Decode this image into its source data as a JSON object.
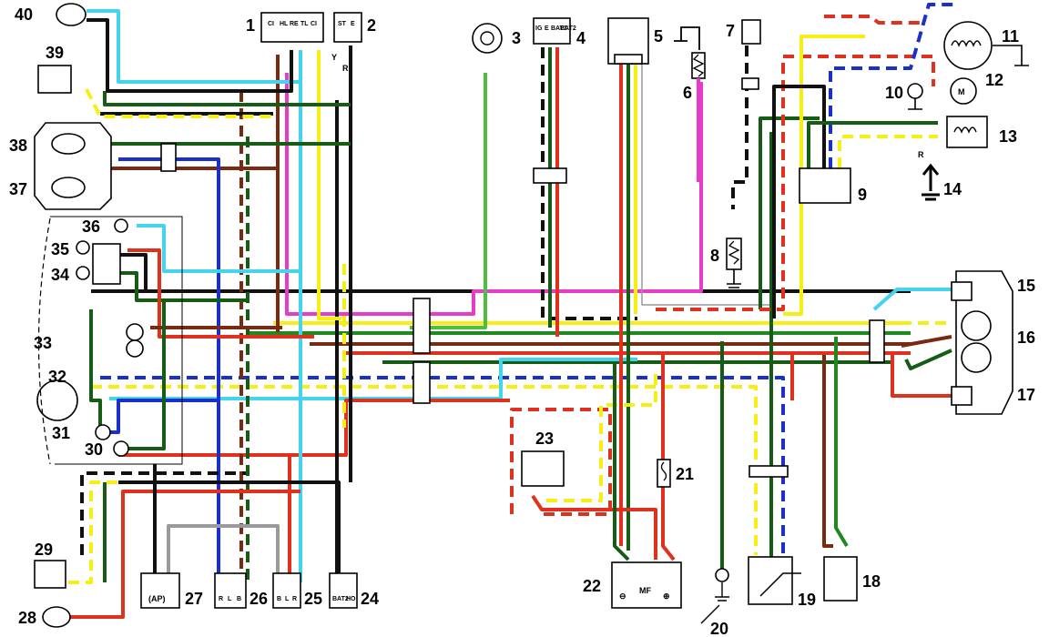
{
  "colors": {
    "black": "#111111",
    "yellow": "#f7ef14",
    "red": "#e0301e",
    "green": "#1e8a1e",
    "dkgreen": "#155d15",
    "lightgreen": "#4cbf3c",
    "blue": "#1b2fc9",
    "cyan": "#45d4ee",
    "brown": "#7a2a10",
    "pink": "#e83bc7",
    "gray": "#9a9a9a",
    "white": "#ffffff"
  },
  "components": {
    "c1": {
      "number": "1",
      "pins": [
        "CI",
        "HL",
        "RE",
        "TL",
        "CI"
      ]
    },
    "c2": {
      "number": "2",
      "pins": [
        "ST",
        "E"
      ],
      "wire_labels": [
        "Y",
        "R"
      ]
    },
    "c3": {
      "number": "3"
    },
    "c4": {
      "number": "4",
      "pins": [
        "IG",
        "E",
        "BAT1",
        "BAT2"
      ]
    },
    "c5": {
      "number": "5"
    },
    "c6": {
      "number": "6"
    },
    "c7": {
      "number": "7"
    },
    "c8": {
      "number": "8"
    },
    "c9": {
      "number": "9"
    },
    "c10": {
      "number": "10"
    },
    "c11": {
      "number": "11"
    },
    "c12": {
      "number": "12",
      "symbol": "M"
    },
    "c13": {
      "number": "13",
      "wire_label": "R"
    },
    "c14": {
      "number": "14"
    },
    "c15": {
      "number": "15"
    },
    "c16": {
      "number": "16"
    },
    "c17": {
      "number": "17"
    },
    "c18": {
      "number": "18"
    },
    "c19": {
      "number": "19"
    },
    "c20": {
      "number": "20"
    },
    "c21": {
      "number": "21"
    },
    "c22": {
      "number": "22",
      "marks": [
        "⊖",
        "MF",
        "⊕"
      ]
    },
    "c23": {
      "number": "23"
    },
    "c24": {
      "number": "24",
      "pins": [
        "BAT2",
        "HO"
      ]
    },
    "c25": {
      "number": "25",
      "pins": [
        "B",
        "L",
        "R"
      ]
    },
    "c26": {
      "number": "26",
      "pins": [
        "R",
        "L",
        "B"
      ]
    },
    "c27": {
      "number": "27",
      "marks": [
        "(AP)"
      ]
    },
    "c28": {
      "number": "28"
    },
    "c29": {
      "number": "29"
    },
    "c30": {
      "number": "30"
    },
    "c31": {
      "number": "31"
    },
    "c32": {
      "number": "32"
    },
    "c33": {
      "number": "33"
    },
    "c34": {
      "number": "34"
    },
    "c35": {
      "number": "35"
    },
    "c36": {
      "number": "36"
    },
    "c37": {
      "number": "37"
    },
    "c38": {
      "number": "38"
    },
    "c39": {
      "number": "39"
    },
    "c40": {
      "number": "40"
    }
  }
}
